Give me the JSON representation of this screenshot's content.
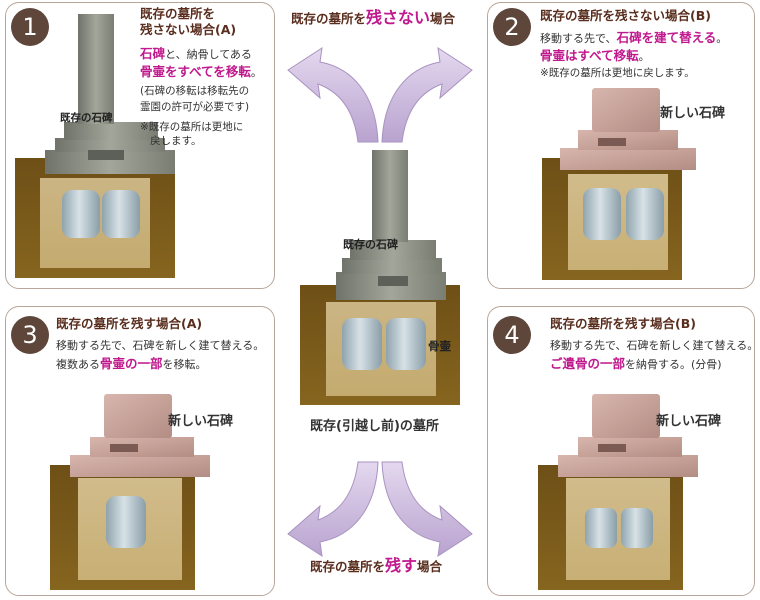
{
  "panel1": {
    "number": "1",
    "title_line1": "既存の墓所を",
    "title_line2": "残さない場合(A)",
    "body_hl1": "石碑",
    "body_text1": "と、納骨してある",
    "body_hl2": "骨壷をすべてを移転",
    "body_text2": "。",
    "body_line3": "(石碑の移転は移転先の",
    "body_line4": "霊園の許可が必要です)",
    "note_line1": "※既存の墓所は更地に",
    "note_line2": "戻します。",
    "stone_label": "既存の石碑"
  },
  "panel2": {
    "number": "2",
    "title": "既存の墓所を残さない場合(B)",
    "body_text1": "移動する先で、",
    "body_hl1": "石碑を建て替える",
    "body_text2": "。",
    "body_hl2": "骨壷はすべて移転",
    "body_text3": "。",
    "note": "※既存の墓所は更地に戻します。",
    "stone_label": "新しい石碑"
  },
  "panel3": {
    "number": "3",
    "title": "既存の墓所を残す場合(A)",
    "body_line1": "移動する先で、石碑を新しく建て替える。",
    "body_text1": "複数ある",
    "body_hl1": "骨壷の一部",
    "body_text2": "を移転。",
    "stone_label": "新しい石碑"
  },
  "panel4": {
    "number": "4",
    "title": "既存の墓所を残す場合(B)",
    "body_line1": "移動する先で、石碑を新しく建て替える。",
    "body_hl1": "ご遺骨の一部",
    "body_text1": "を納骨する。(分骨)",
    "stone_label": "新しい石碑"
  },
  "center": {
    "top_caption_pre": "既存の墓所を",
    "top_caption_hl": "残さない",
    "top_caption_post": "場合",
    "bottom_caption_pre": "既存の墓所を",
    "bottom_caption_hl": "残す",
    "bottom_caption_post": "場合",
    "stone_label": "既存の石碑",
    "urn_label": "骨壷",
    "grave_label": "既存(引越し前)の墓所"
  },
  "colors": {
    "badge": "#5e463b",
    "title": "#5a2e1e",
    "highlight": "#c0188d",
    "border": "#b9a69a",
    "soil": "#7a5a1c",
    "granite_gray": "#8e9185",
    "granite_pink": "#c9a49c",
    "arrow": "#c9b6d8"
  }
}
